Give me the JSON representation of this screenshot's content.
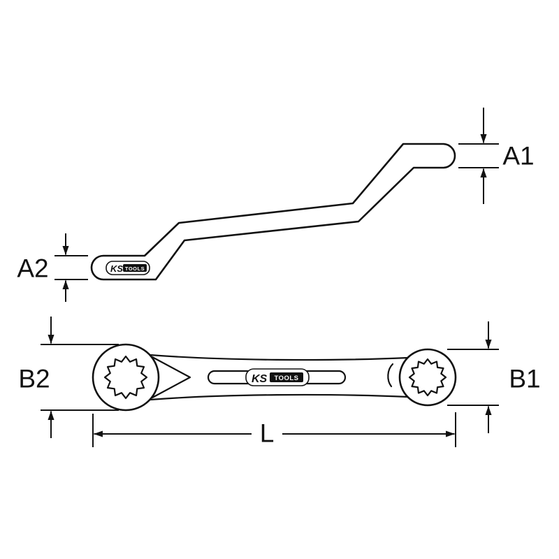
{
  "drawing": {
    "logo": {
      "ks": "KS",
      "tools": "TOOLS"
    },
    "dimensions": {
      "a1": "A1",
      "a2": "A2",
      "b1": "B1",
      "b2": "B2",
      "length": "L"
    },
    "colors": {
      "line": "#111111",
      "background": "#ffffff"
    }
  }
}
